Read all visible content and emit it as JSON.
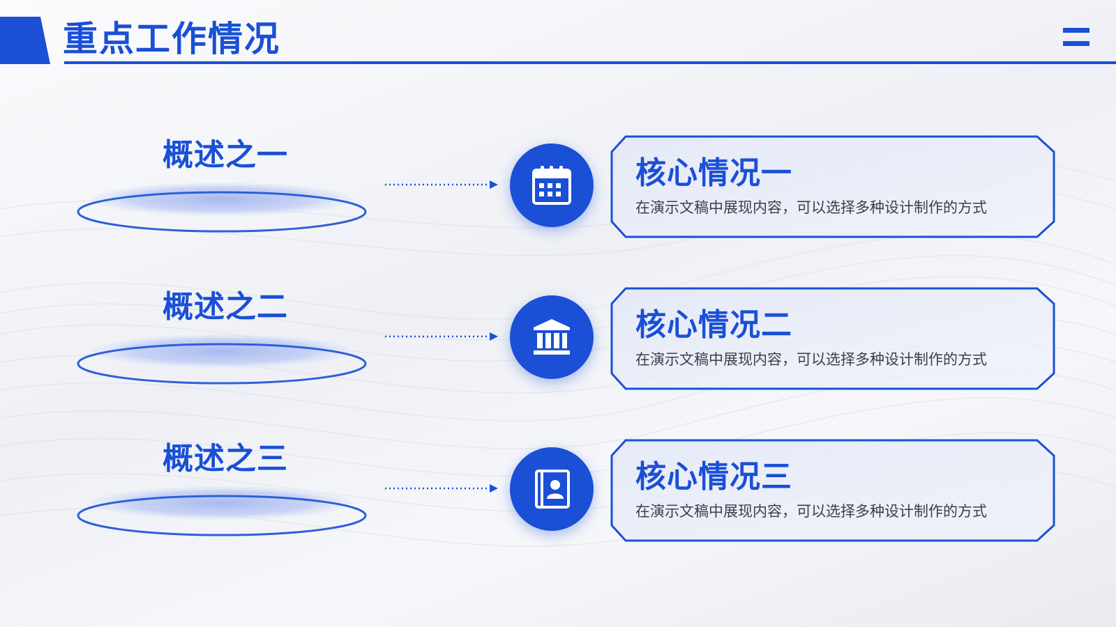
{
  "header": {
    "title": "重点工作情况"
  },
  "colors": {
    "accent": "#1a4fd6",
    "text": "#3a3f4a"
  },
  "items": [
    {
      "overview": "概述之一",
      "icon": "calendar-icon",
      "card_title": "核心情况一",
      "card_desc": "在演示文稿中展现内容，可以选择多种设计制作的方式"
    },
    {
      "overview": "概述之二",
      "icon": "bank-icon",
      "card_title": "核心情况二",
      "card_desc": "在演示文稿中展现内容，可以选择多种设计制作的方式"
    },
    {
      "overview": "概述之三",
      "icon": "contact-book-icon",
      "card_title": "核心情况三",
      "card_desc": "在演示文稿中展现内容，可以选择多种设计制作的方式"
    }
  ]
}
